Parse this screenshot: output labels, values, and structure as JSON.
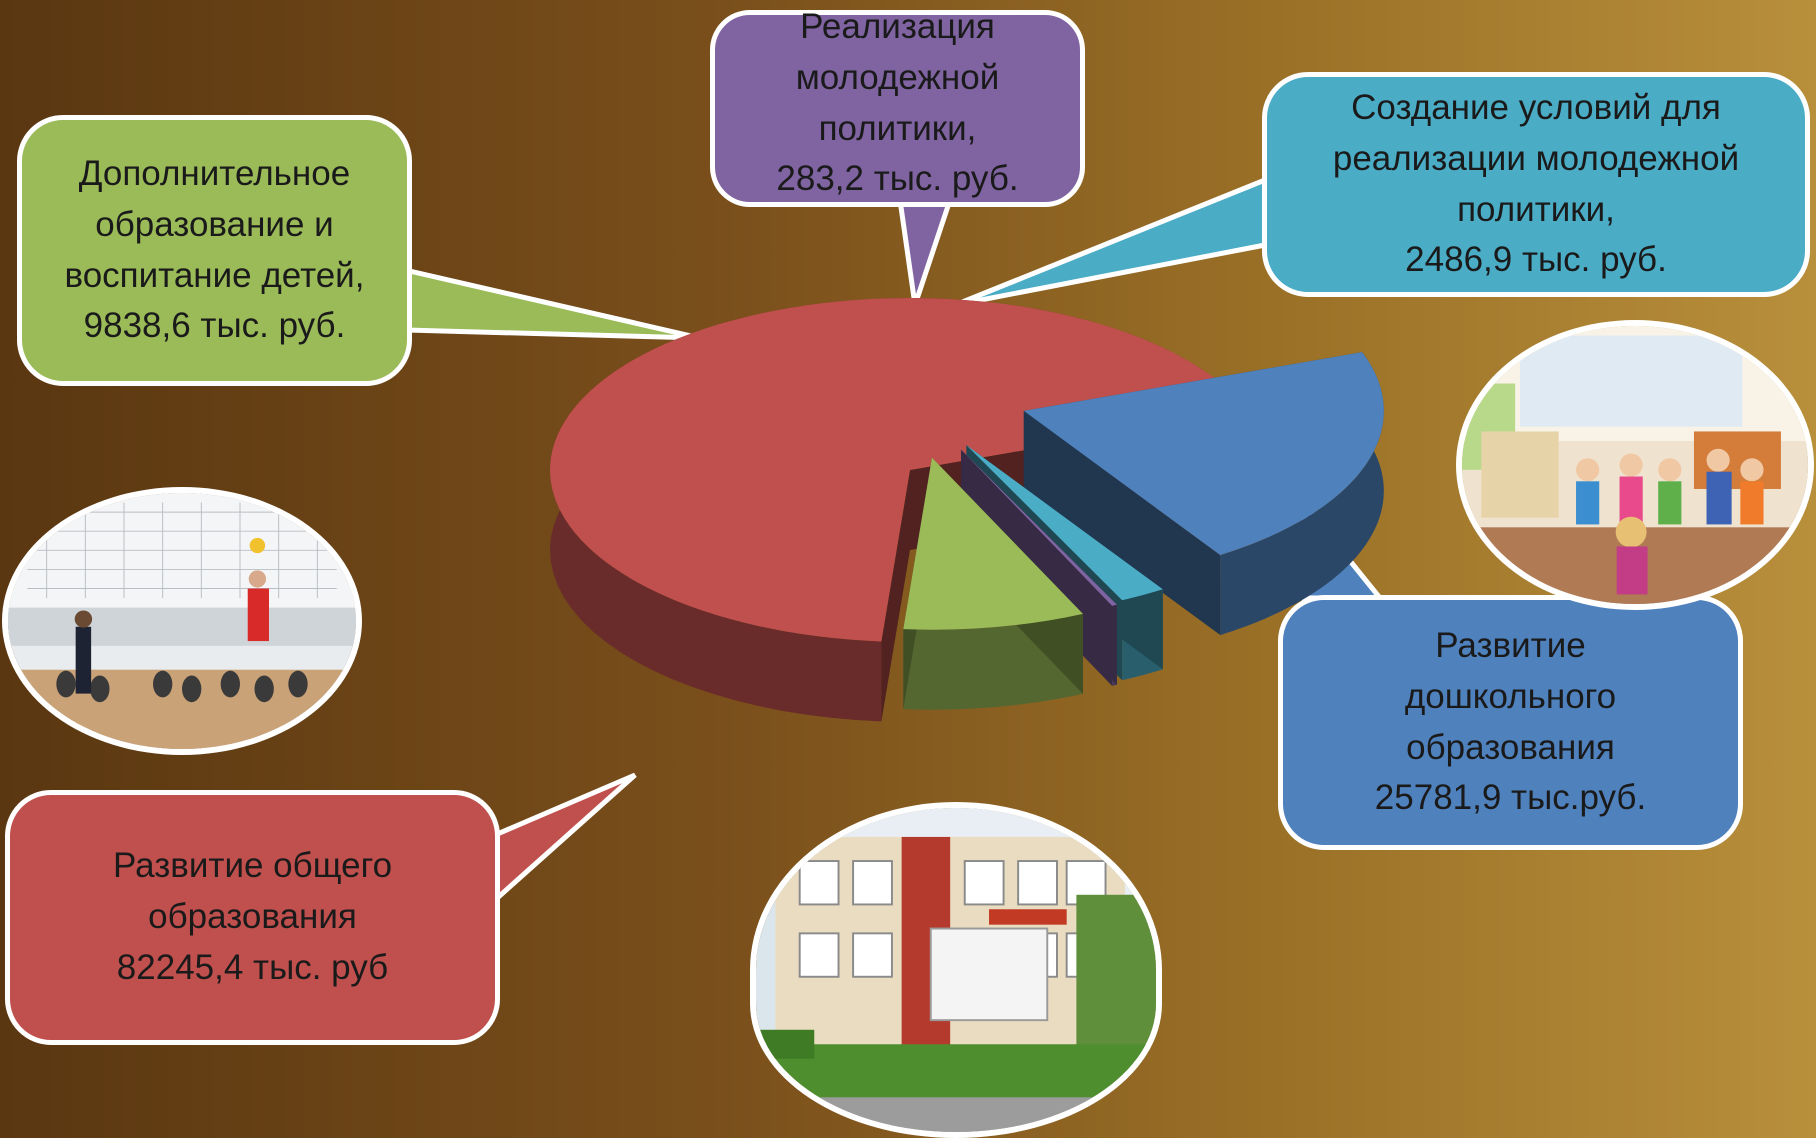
{
  "chart_data": {
    "type": "pie",
    "style": "3d-exploded",
    "currency_unit": "тыс. руб.",
    "slices": [
      {
        "label": "Развитие общего образования",
        "value": 82245.4,
        "value_text": "82245,4 тыс. руб",
        "color": "#c0504d"
      },
      {
        "label": "Развитие дошкольного образования",
        "value": 25781.9,
        "value_text": "25781,9 тыс.руб.",
        "color": "#4f81bd"
      },
      {
        "label": "Создание условий для реализации молодежной политики",
        "value": 2486.9,
        "value_text": "2486,9 тыс. руб.",
        "color": "#4bacc6"
      },
      {
        "label": "Реализация молодежной политики",
        "value": 283.2,
        "value_text": "283,2 тыс. руб.",
        "color": "#8064a2"
      },
      {
        "label": "Дополнительное образование и воспитание детей",
        "value": 9838.6,
        "value_text": "9838,6 тыс. руб.",
        "color": "#9bbb59"
      }
    ]
  },
  "callouts": {
    "general": "Развитие общего\nобразования\n82245,4 тыс. руб",
    "preschool": "Развитие\nдошкольного\nобразования\n25781,9 тыс.руб.",
    "conditions": "Создание условий для\nреализации молодежной\nполитики,\n2486,9 тыс. руб.",
    "youth": "Реализация\nмолодежной\nполитики,\n283,2 тыс. руб.",
    "additional": "Дополнительное\nобразование и\nвоспитание детей,\n9838,6 тыс. руб."
  },
  "colors": {
    "general": "#c0504d",
    "preschool": "#4f81bd",
    "conditions": "#4bacc6",
    "youth": "#8064a2",
    "additional": "#9bbb59"
  },
  "photos": {
    "volleyball": "volleyball-photo",
    "kindergarten": "kindergarten-photo",
    "school": "school-building-photo"
  }
}
